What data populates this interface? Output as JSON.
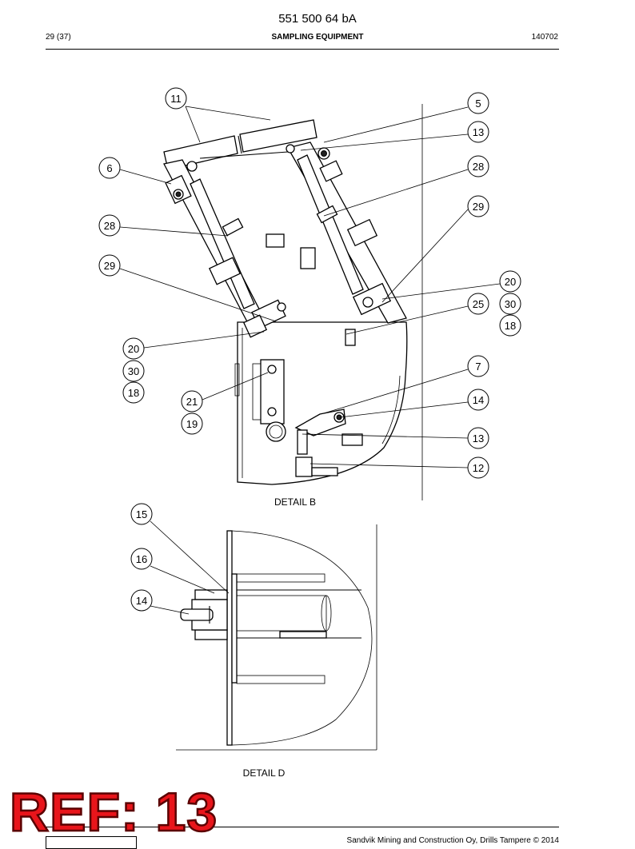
{
  "header": {
    "doc_number": "551 500 64 bA",
    "page": "29 (37)",
    "title": "SAMPLING EQUIPMENT",
    "code": "140702"
  },
  "details": {
    "b_caption": "DETAIL B",
    "d_caption": "DETAIL D"
  },
  "callouts_b": [
    "11",
    "5",
    "13",
    "6",
    "28",
    "28",
    "29",
    "29",
    "20",
    "30",
    "18",
    "25",
    "20",
    "30",
    "18",
    "7",
    "21",
    "19",
    "14",
    "13",
    "12"
  ],
  "callouts_d": [
    "15",
    "16",
    "14"
  ],
  "overlay": {
    "ref_label": "REF: 13",
    "ref_color": "#e8151b"
  },
  "footer": {
    "text": "Sandvik Mining and Construction Oy, Drills Tampere © 2014"
  }
}
